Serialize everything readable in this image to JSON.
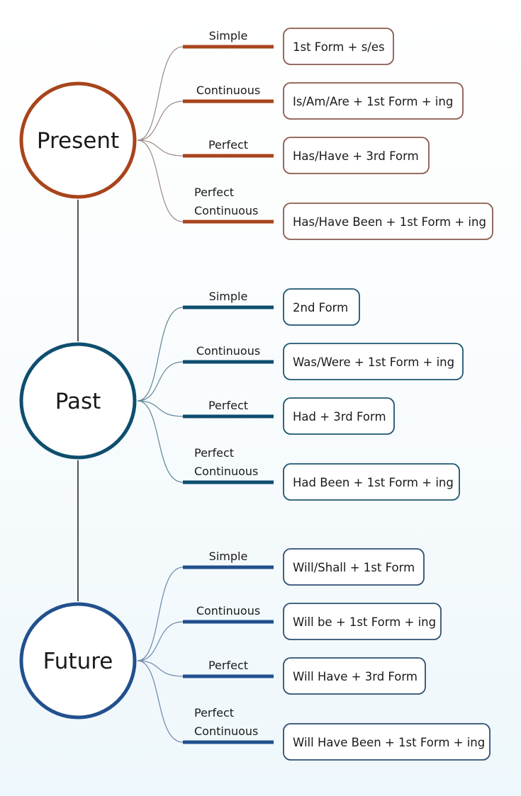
{
  "groups": [
    {
      "name": "Present",
      "color": "#a8441c",
      "boxBorder": "#8a5a4e",
      "branchColor": "#9a8a84",
      "items": [
        {
          "label": [
            "Simple"
          ],
          "formula": "1st Form + s/es"
        },
        {
          "label": [
            "Continuous"
          ],
          "formula": "Is/Am/Are + 1st Form + ing"
        },
        {
          "label": [
            "Perfect"
          ],
          "formula": "Has/Have + 3rd Form"
        },
        {
          "label": [
            "Perfect",
            "Continuous"
          ],
          "formula": "Has/Have Been + 1st Form + ing"
        }
      ]
    },
    {
      "name": "Past",
      "color": "#0e4e6e",
      "boxBorder": "#1e5570",
      "branchColor": "#5f8596",
      "items": [
        {
          "label": [
            "Simple"
          ],
          "formula": "2nd Form"
        },
        {
          "label": [
            "Continuous"
          ],
          "formula": "Was/Were + 1st Form + ing"
        },
        {
          "label": [
            "Perfect"
          ],
          "formula": "Had + 3rd Form"
        },
        {
          "label": [
            "Perfect",
            "Continuous"
          ],
          "formula": "Had Been + 1st Form + ing"
        }
      ]
    },
    {
      "name": "Future",
      "color": "#22508e",
      "boxBorder": "#2f4f72",
      "branchColor": "#6b87a6",
      "items": [
        {
          "label": [
            "Simple"
          ],
          "formula": "Will/Shall + 1st Form"
        },
        {
          "label": [
            "Continuous"
          ],
          "formula": "Will be + 1st Form + ing"
        },
        {
          "label": [
            "Perfect"
          ],
          "formula": "Will Have + 3rd Form"
        },
        {
          "label": [
            "Perfect",
            "Continuous"
          ],
          "formula": "Will Have Been + 1st Form + ing"
        }
      ]
    }
  ],
  "connectorColor": "#1a1a1a"
}
